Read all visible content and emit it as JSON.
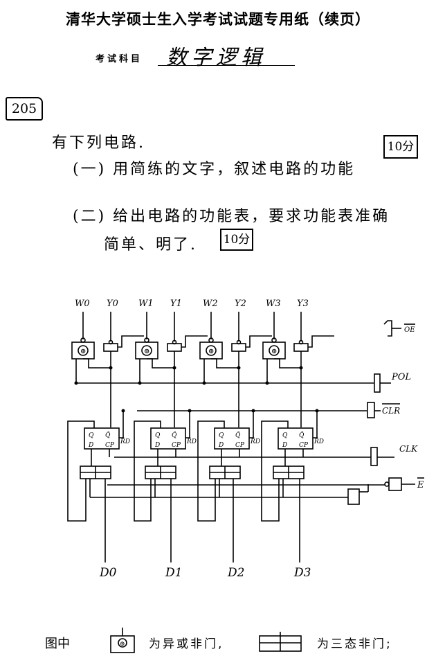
{
  "header": {
    "title": "清华大学硕士生入学考试试题专用纸（续页）",
    "subject_label": "考试科目",
    "subject_value": "数字逻辑"
  },
  "question": {
    "number": "205",
    "intro": "有下列电路.",
    "part1": "(一) 用简练的文字，叙述电路的功能",
    "part1_score": "10分",
    "part2": "(二) 给出电路的功能表，要求功能表准确",
    "part2_cont": "简单、明了.",
    "part2_score": "10分"
  },
  "circuit": {
    "inputs": [
      "W0",
      "Y0",
      "W1",
      "Y1",
      "W2",
      "Y2",
      "W3",
      "Y3"
    ],
    "outputs": [
      "D0",
      "D1",
      "D2",
      "D3"
    ],
    "control_signals": {
      "oe": "OE",
      "pol": "POL",
      "clr": "CLR",
      "clk": "CLK",
      "e": "E"
    },
    "ff_pins": {
      "q": "Q",
      "qn": "Q̄",
      "d": "D",
      "cp": "CP",
      "rd": "R̄D"
    },
    "xor_symbol": "⊕"
  },
  "legend": {
    "prefix": "图中",
    "xnor_desc": "为异或非门,",
    "tristate_desc": "为三态非门;"
  }
}
